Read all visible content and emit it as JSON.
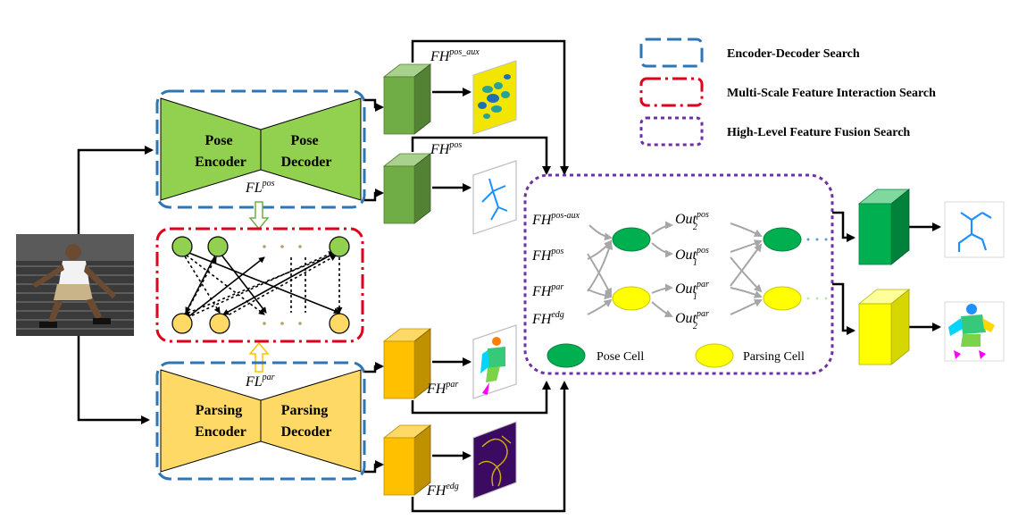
{
  "legend": {
    "encoder_decoder": "Encoder-Decoder Search",
    "multi_scale": "Multi-Scale Feature Interaction Search",
    "high_level": "High-Level Feature Fusion Search"
  },
  "pose_block": {
    "encoder": [
      "Pose",
      "Encoder"
    ],
    "decoder": [
      "Pose",
      "Decoder"
    ],
    "feature": "FL",
    "feature_sup": "pos"
  },
  "parsing_block": {
    "encoder": [
      "Parsing",
      "Encoder"
    ],
    "decoder": [
      "Parsing",
      "Decoder"
    ],
    "feature": "FL",
    "feature_sup": "par"
  },
  "features": {
    "pos_aux": {
      "base": "FH",
      "sup": "pos_aux"
    },
    "pos": {
      "base": "FH",
      "sup": "pos"
    },
    "par": {
      "base": "FH",
      "sup": "par"
    },
    "edg": {
      "base": "FH",
      "sup": "edg"
    }
  },
  "fusion": {
    "inputs": [
      {
        "base": "FH",
        "sup": "pos-aux"
      },
      {
        "base": "FH",
        "sup": "pos"
      },
      {
        "base": "FH",
        "sup": "par"
      },
      {
        "base": "FH",
        "sup": "edg"
      }
    ],
    "outputs": [
      {
        "base": "Out",
        "sub": "2",
        "sup": "pos"
      },
      {
        "base": "Out",
        "sub": "1",
        "sup": "pos"
      },
      {
        "base": "Out",
        "sub": "1",
        "sup": "par"
      },
      {
        "base": "Out",
        "sub": "2",
        "sup": "par"
      }
    ],
    "pose_cell_label": "Pose Cell",
    "parsing_cell_label": "Parsing Cell"
  },
  "colors": {
    "blue_dash": "#2e75b6",
    "red_dashdot": "#e0001b",
    "purple_dot": "#7030a0",
    "pose_green": "#92d050",
    "cube_green": "#70ad47",
    "parsing_yellow": "#ffd966",
    "cube_yellow": "#ffc000",
    "cell_green": "#00b050",
    "cell_yellow": "#ffff00",
    "final_green": "#00b050",
    "final_yellow": "#ffff00"
  }
}
